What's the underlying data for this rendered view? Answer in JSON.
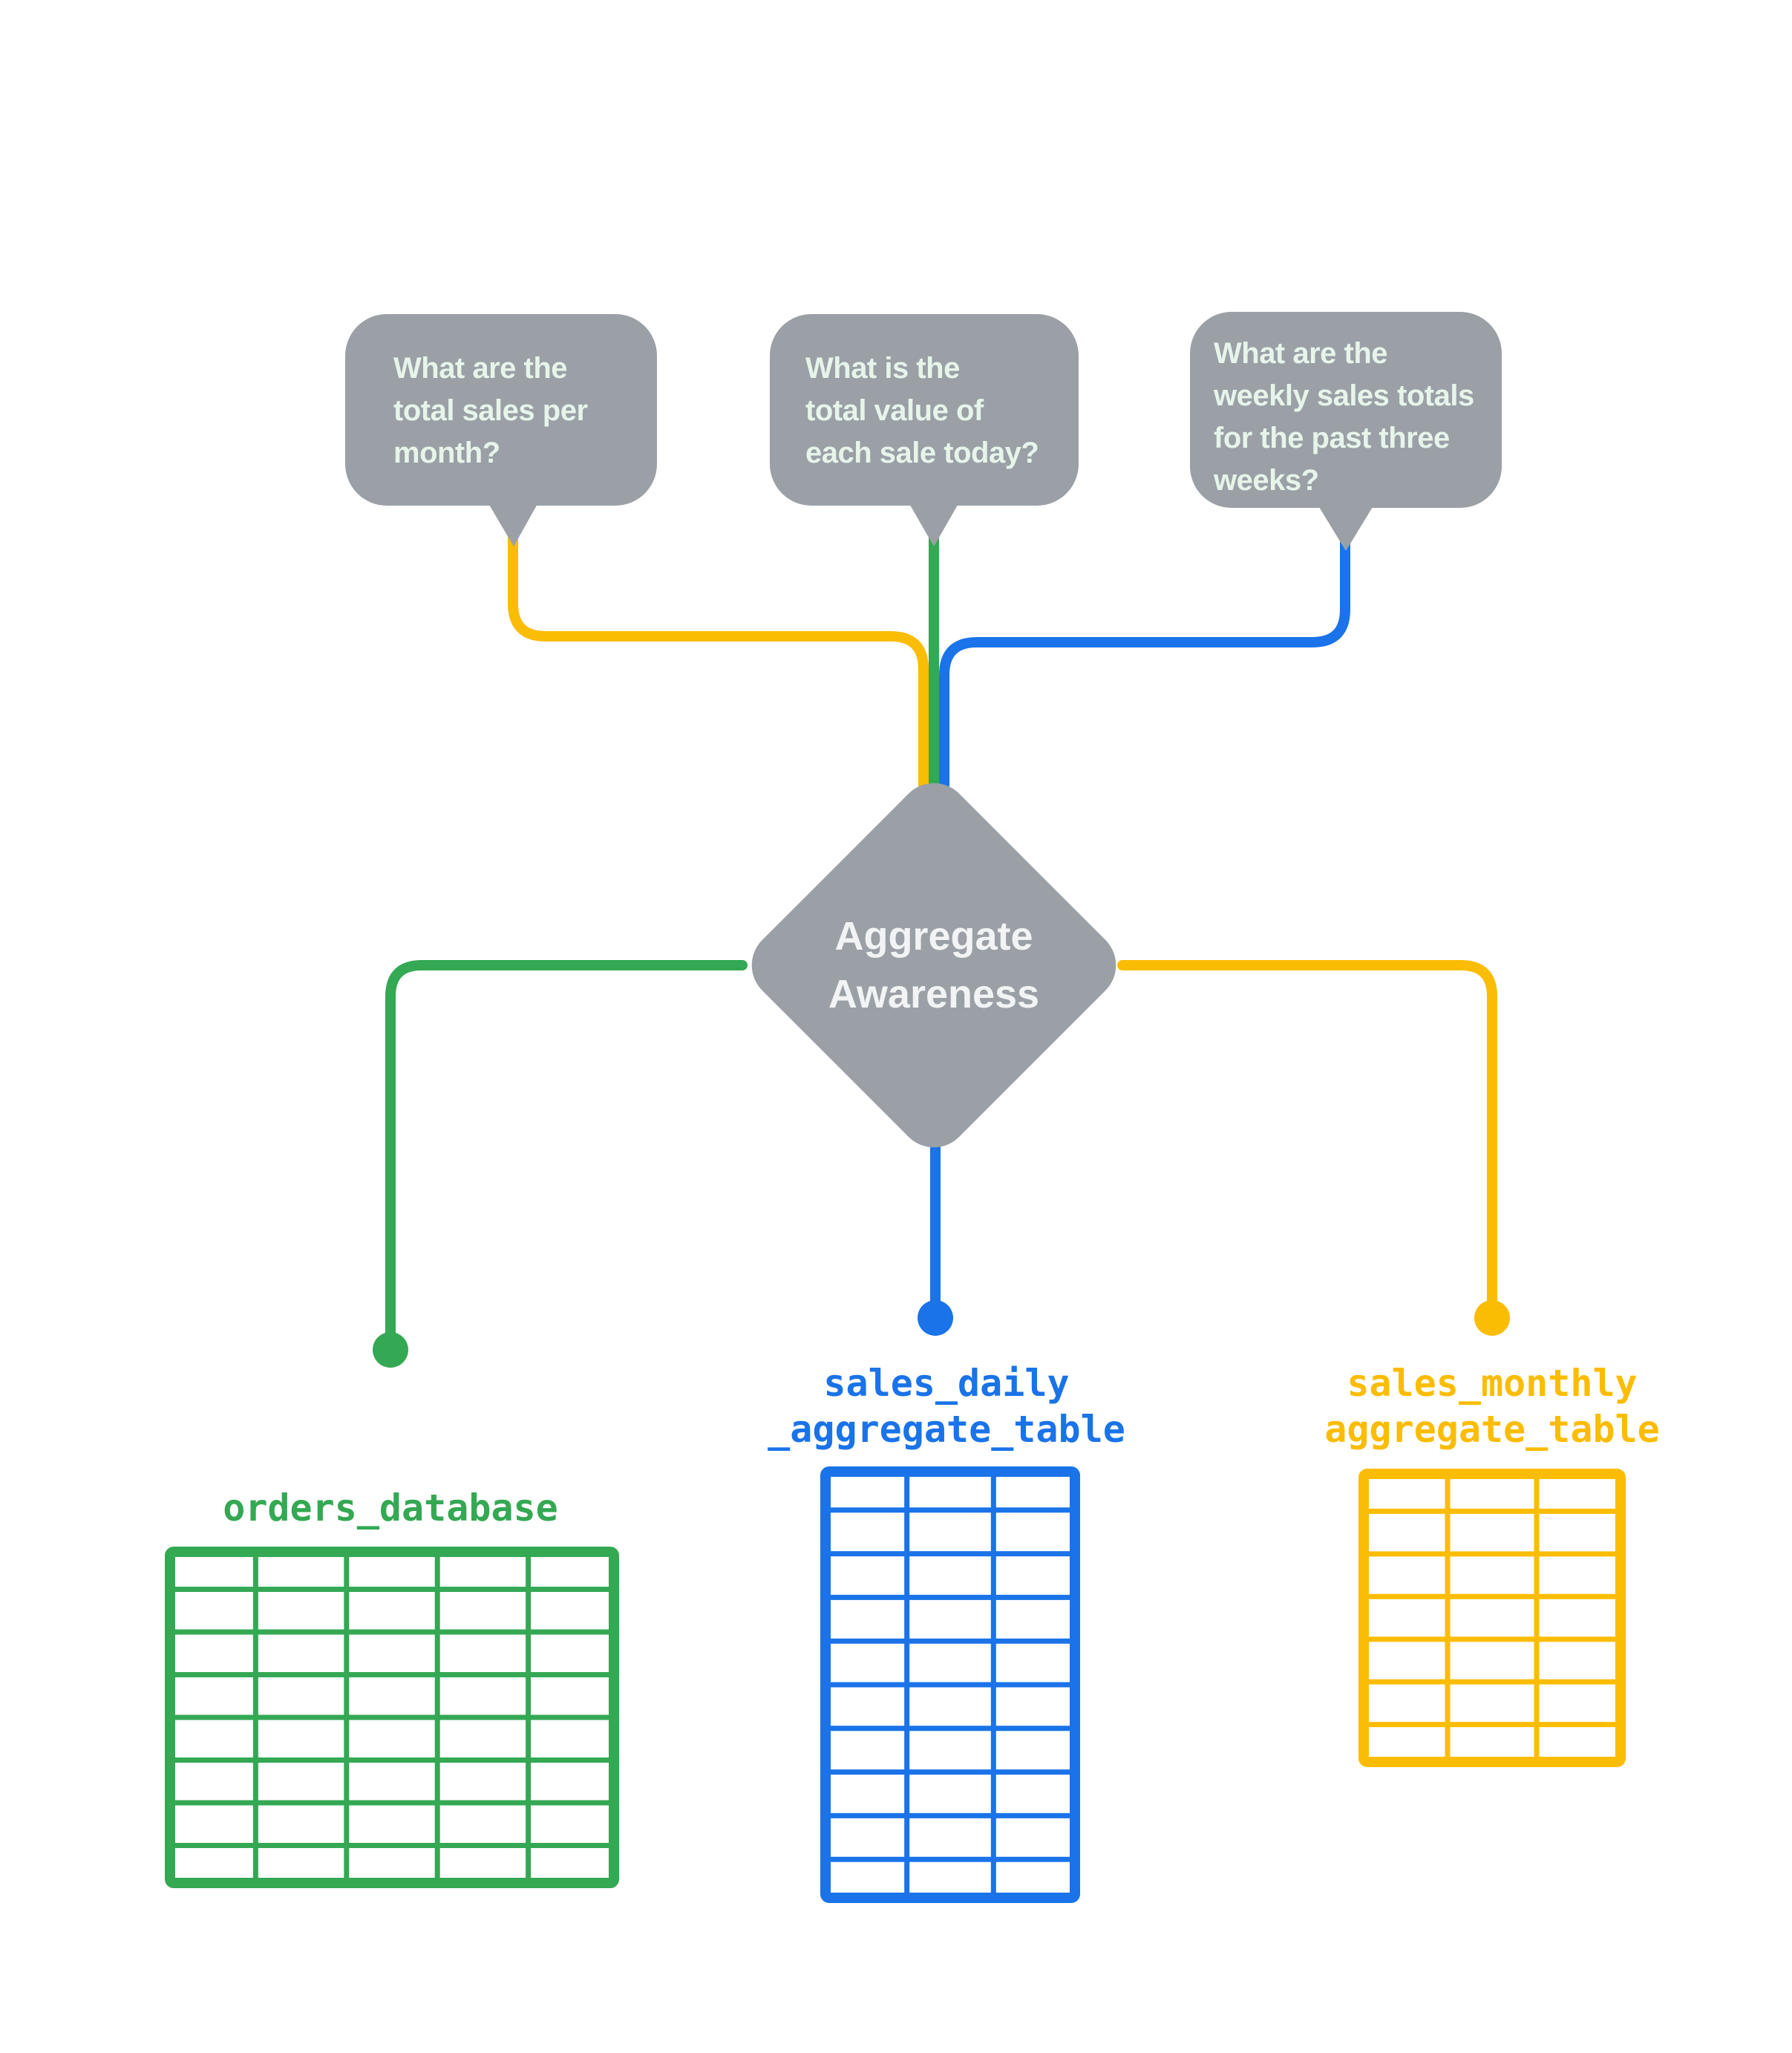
{
  "colors": {
    "gray": "#9AA0A6",
    "green": "#34A853",
    "blue": "#1A73E8",
    "yellow": "#FBBC04",
    "bubble_text": "#E6F4EA",
    "diamond_text": "#F1F3F4"
  },
  "bubbles": [
    {
      "question": "What are the total sales per month?",
      "lines": [
        "What are the",
        "total sales per",
        "month?"
      ]
    },
    {
      "question": "What is the total value of each sale today?",
      "lines": [
        "What is the",
        "total value of",
        "each sale today?"
      ]
    },
    {
      "question": "What are the weekly sales totals for the past three weeks?",
      "lines": [
        "What are the",
        "weekly sales totals",
        "for the past three",
        "weeks?"
      ]
    }
  ],
  "diamond": {
    "title": "Aggregate Awareness",
    "lines": [
      "Aggregate",
      "Awareness"
    ]
  },
  "tables": [
    {
      "name": "orders_database",
      "label_lines": [
        "orders_database"
      ],
      "color_key": "green",
      "columns": 5,
      "rows": 8
    },
    {
      "name": "sales_daily_aggregate_table",
      "label_lines": [
        "sales_daily",
        "_aggregate_table"
      ],
      "color_key": "blue",
      "columns": 3,
      "rows": 10
    },
    {
      "name": "sales_monthly_aggregate_table",
      "label_lines": [
        "sales_monthly",
        "aggregate_table"
      ],
      "color_key": "yellow",
      "columns": 3,
      "rows": 7
    }
  ]
}
